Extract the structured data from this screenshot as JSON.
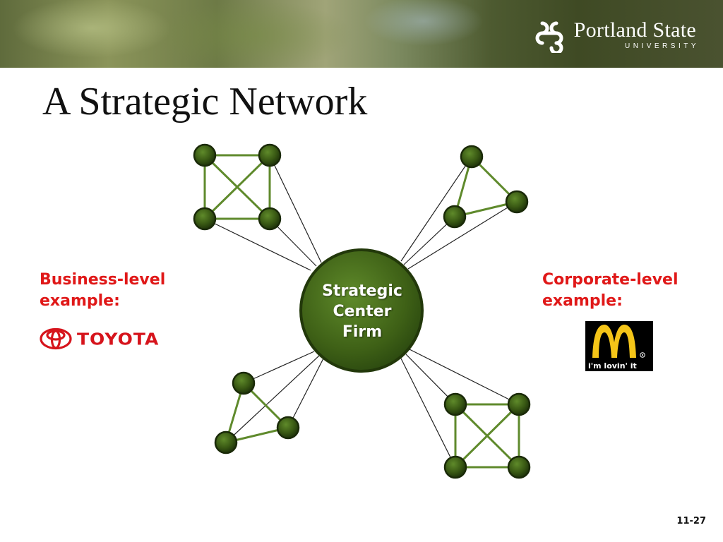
{
  "header": {
    "university_name": "Portland State",
    "university_subtitle": "UNIVERSITY"
  },
  "slide": {
    "title": "A Strategic Network",
    "slide_number": "11-27"
  },
  "diagram": {
    "center_label_lines": [
      "Strategic",
      "Center",
      "Firm"
    ],
    "node_color": "#3a5a14",
    "link_color": "#5f8a2c"
  },
  "examples": {
    "business": {
      "label_lines": [
        "Business-level",
        "example:"
      ],
      "logo_text": "TOYOTA"
    },
    "corporate": {
      "label_lines": [
        "Corporate-level",
        "example:"
      ],
      "logo_tagline": "i'm lovin' it"
    }
  },
  "colors": {
    "accent_red": "#e01818",
    "toyota_red": "#d6141c",
    "mcdonalds_gold": "#f5c518"
  }
}
